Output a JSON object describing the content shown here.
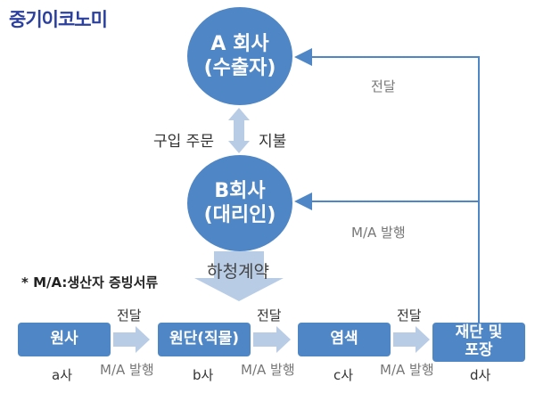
{
  "brand": {
    "logo_text": "중기이코노미"
  },
  "companies": {
    "a": {
      "line1": "A 회사",
      "line2": "(수출자)"
    },
    "b": {
      "line1": "B회사",
      "line2": "(대리인)"
    }
  },
  "relations": {
    "purchase_order": "구입 주문",
    "payment": "지불",
    "deliver_top": "전달",
    "ma_issue": "M/A 발행",
    "subcontract": "하청계약",
    "note": "* M/A:생산자 증빙서류"
  },
  "process_steps": [
    {
      "label": "원사",
      "company": "a사"
    },
    {
      "label": "원단(직물)",
      "company": "b사"
    },
    {
      "label": "염색",
      "company": "c사"
    },
    {
      "label_line1": "재단 및",
      "label_line2": "포장",
      "company": "d사"
    }
  ],
  "step_arrows": [
    {
      "top": "전달",
      "bottom": "M/A 발행"
    },
    {
      "top": "전달",
      "bottom": "M/A 발행"
    },
    {
      "top": "전달",
      "bottom": "M/A 발행"
    }
  ],
  "colors": {
    "node": "#4f86c6",
    "arrow_light": "#b8cce6",
    "line": "#4f86c6",
    "brand": "#2a3f9e"
  }
}
